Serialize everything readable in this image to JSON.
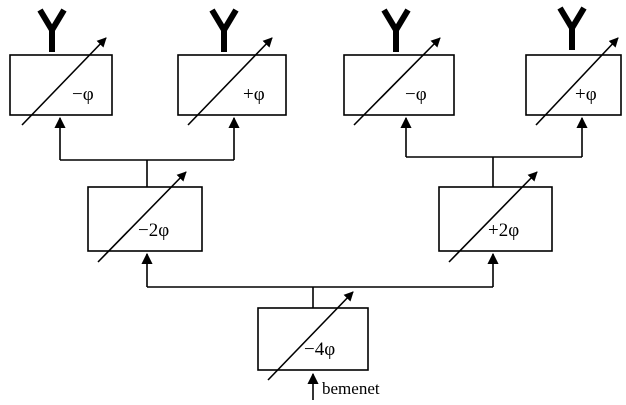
{
  "diagram": {
    "input_label": "bemenet",
    "antenna_icon": "antenna-icon",
    "phase_shifters": {
      "root": {
        "label": "−4φ"
      },
      "mid_left": {
        "label": "−2φ"
      },
      "mid_right": {
        "label": "+2φ"
      },
      "top_1": {
        "label": "−φ"
      },
      "top_2": {
        "label": "+φ"
      },
      "top_3": {
        "label": "−φ"
      },
      "top_4": {
        "label": "+φ"
      }
    }
  }
}
